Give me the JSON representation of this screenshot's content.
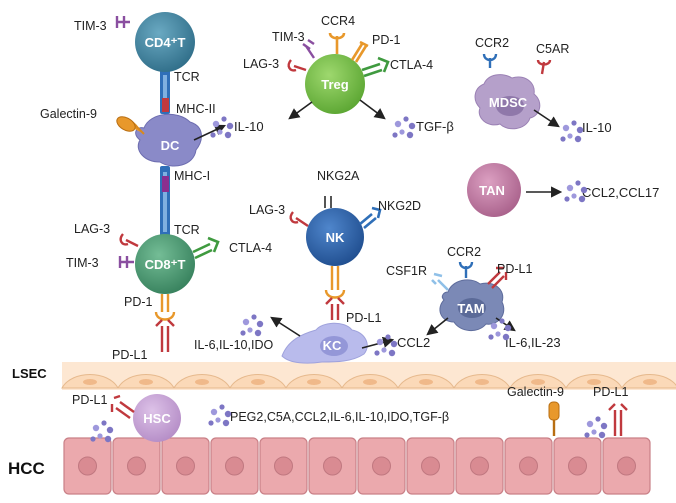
{
  "cells": {
    "cd4t": "CD4⁺T",
    "treg": "Treg",
    "mdsc": "MDSC",
    "dc": "DC",
    "tan": "TAN",
    "nk": "NK",
    "cd8t": "CD8⁺T",
    "tam": "TAM",
    "kc": "KC",
    "hsc": "HSC"
  },
  "receptors": {
    "cd4_tim3": "TIM-3",
    "cd4_tcr": "TCR",
    "treg_tim3": "TIM-3",
    "treg_ccr4": "CCR4",
    "treg_pd1": "PD-1",
    "treg_lag3": "LAG-3",
    "treg_ctla4": "CTLA-4",
    "mdsc_ccr2": "CCR2",
    "mdsc_c5ar": "C5AR",
    "dc_mhc2": "MHC-II",
    "dc_galectin9": "Galectin-9",
    "dc_mhc1": "MHC-I",
    "nk_nkg2a": "NKG2A",
    "nk_lag3": "LAG-3",
    "nk_nkg2d": "NKG2D",
    "cd8_tcr": "TCR",
    "cd8_lag3": "LAG-3",
    "cd8_ctla4": "CTLA-4",
    "cd8_tim3": "TIM-3",
    "cd8_pd1": "PD-1",
    "cd8_pdl1": "PD-L1",
    "kc_pdl1": "PD-L1",
    "tam_ccr2": "CCR2",
    "tam_csf1r": "CSF1R",
    "tam_pdl1": "PD-L1",
    "hsc_pdl1": "PD-L1",
    "hcc_galectin9": "Galectin-9",
    "hcc_pdl1": "PD-L1"
  },
  "secretions": {
    "dc_il10": "IL-10",
    "treg_tgfb": "TGF-β",
    "mdsc_il10": "IL-10",
    "tan_ccl": "CCL2,CCL17",
    "kc_il": "IL-6,IL-10,IDO",
    "kc_ccl2": "CCL2",
    "tam_il": "IL-6,IL-23",
    "hsc_factors": "PEG2,C5A,CCL2,IL-6,IL-10,IDO,TGF-β"
  },
  "tissues": {
    "lsec": "LSEC",
    "hcc": "HCC"
  },
  "colors": {
    "cd4t": "#3f86a3",
    "treg": "#7cc24a",
    "mdsc": "#a98fbf",
    "dc": "#7f7fc0",
    "tan": "#c683ab",
    "nk": "#2d63ad",
    "cd8t": "#4fa07a",
    "tam": "#6d7ca8",
    "kc": "#b7b9ea",
    "hsc": "#c9a5d6",
    "lsec": "#f6dcc1",
    "hcc": "#e9a9ad",
    "cytokine": "#8f88d0",
    "receptor_purple": "#8a4fa0",
    "receptor_orange": "#e8982b",
    "receptor_red": "#c0393e",
    "receptor_green": "#3f9a3f",
    "receptor_blue": "#2f6fb8"
  }
}
